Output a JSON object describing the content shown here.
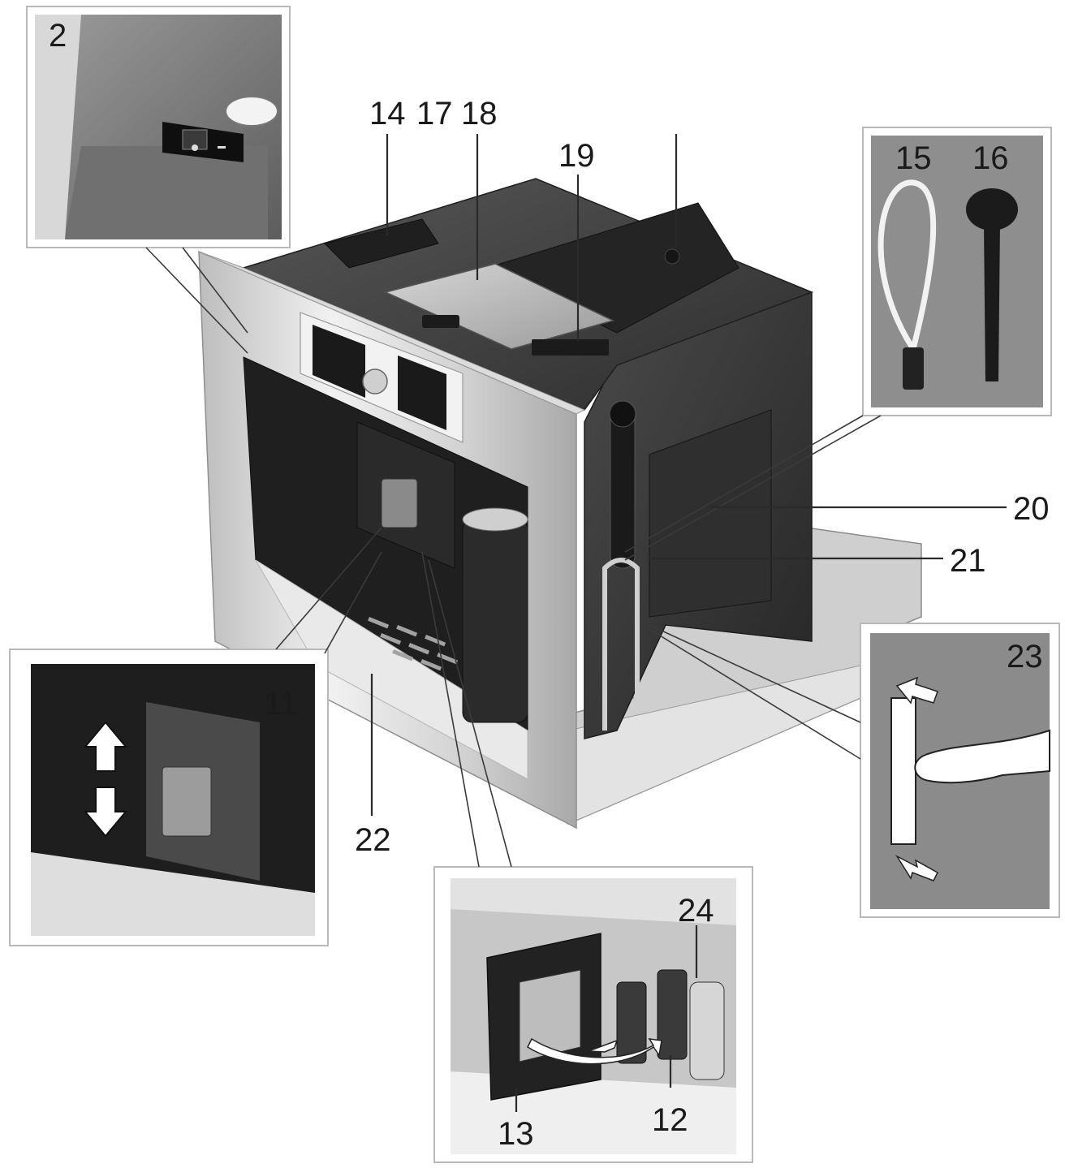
{
  "callouts": {
    "c2": "2",
    "c11": "11",
    "c12": "12",
    "c13": "13",
    "c14": "14",
    "c15": "15",
    "c16": "16",
    "c17": "17",
    "c18": "18",
    "c19": "19",
    "c20": "20",
    "c21": "21",
    "c22": "22",
    "c23": "23",
    "c24": "24"
  },
  "colors": {
    "steel_light": "#e8e8e8",
    "steel_mid": "#bdbdbd",
    "body_dark": "#3c3c3c",
    "body_darker": "#262626",
    "panel_gray": "#8d8d8d",
    "arrow_white": "#ffffff"
  },
  "icons": [
    "power-switch-icon",
    "up-down-arrow-icon",
    "slide-arrow-icon",
    "rotate-arrow-icon",
    "hand-icon"
  ]
}
